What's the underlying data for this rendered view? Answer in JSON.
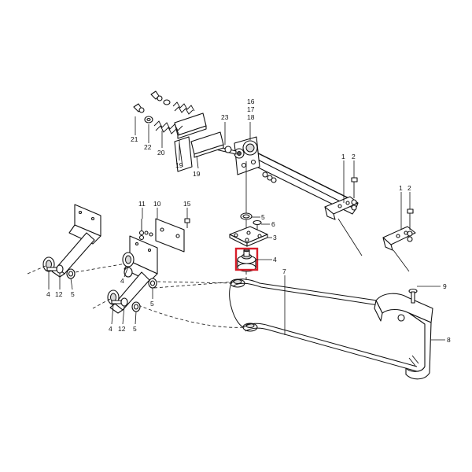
{
  "diagram": {
    "highlight_color": "#d81e2a",
    "line_color": "#111111",
    "callouts": [
      {
        "id": "c16",
        "label": "16"
      },
      {
        "id": "c17",
        "label": "17"
      },
      {
        "id": "c18",
        "label": "18"
      },
      {
        "id": "c23",
        "label": "23"
      },
      {
        "id": "c21",
        "label": "21"
      },
      {
        "id": "c22",
        "label": "22"
      },
      {
        "id": "c20",
        "label": "20"
      },
      {
        "id": "c19a",
        "label": "19"
      },
      {
        "id": "c19b",
        "label": "19"
      },
      {
        "id": "c1a",
        "label": "1"
      },
      {
        "id": "c2a",
        "label": "2"
      },
      {
        "id": "c1b",
        "label": "1"
      },
      {
        "id": "c2b",
        "label": "2"
      },
      {
        "id": "c11",
        "label": "11"
      },
      {
        "id": "c10",
        "label": "10"
      },
      {
        "id": "c15",
        "label": "15"
      },
      {
        "id": "c5a",
        "label": "5"
      },
      {
        "id": "c6",
        "label": "6"
      },
      {
        "id": "c3",
        "label": "3"
      },
      {
        "id": "c4a",
        "label": "4"
      },
      {
        "id": "c7",
        "label": "7"
      },
      {
        "id": "c9",
        "label": "9"
      },
      {
        "id": "c8",
        "label": "8"
      },
      {
        "id": "c4b",
        "label": "4"
      },
      {
        "id": "c12a",
        "label": "12"
      },
      {
        "id": "c5b",
        "label": "5"
      },
      {
        "id": "c4c",
        "label": "4"
      },
      {
        "id": "c5c",
        "label": "5"
      },
      {
        "id": "c4d",
        "label": "4"
      },
      {
        "id": "c12b",
        "label": "12"
      },
      {
        "id": "c5d",
        "label": "5"
      }
    ]
  }
}
